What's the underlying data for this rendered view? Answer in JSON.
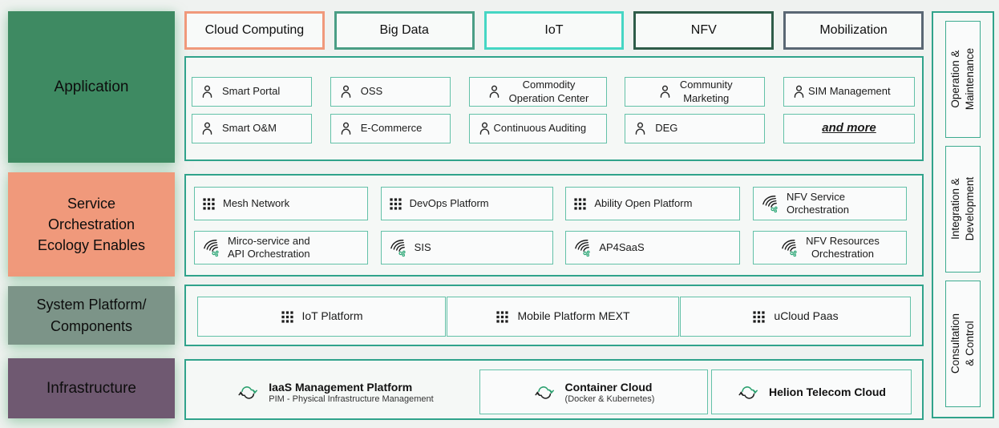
{
  "colors": {
    "panel_border_teal": "#30a38b",
    "item_border_teal": "#63c1a8",
    "application_green": "#3e8a62",
    "service_salmon": "#f0997b",
    "system_gray_green": "#7c9488",
    "infrastructure_purple": "#6f5971",
    "iot_bright_teal": "#45d6c4",
    "nfv_dark_green": "#2e5c49",
    "mobilization_slate": "#5a6774",
    "icon_dot_green": "#2fa878"
  },
  "left_sections": [
    {
      "label": "Application",
      "color": "#3e8a62"
    },
    {
      "label": "Service\nOrchestration\nEcology Enables",
      "color": "#f0997b"
    },
    {
      "label": "System Platform/\nComponents",
      "color": "#7c9488"
    },
    {
      "label": "Infrastructure",
      "color": "#6f5971"
    }
  ],
  "tabs": [
    {
      "label": "Cloud Computing",
      "border": "#f0997b"
    },
    {
      "label": "Big Data",
      "border": "#4a9e85"
    },
    {
      "label": "IoT",
      "border": "#45d6c4"
    },
    {
      "label": "NFV",
      "border": "#2e5c49"
    },
    {
      "label": "Mobilization",
      "border": "#5a6774"
    }
  ],
  "application": {
    "items": [
      "Smart Portal",
      "OSS",
      "Commodity\nOperation Center",
      "Community\nMarketing",
      "SIM Management",
      "Smart O&M",
      "E-Commerce",
      "Continuous Auditing",
      "DEG"
    ],
    "more_label": "and more"
  },
  "service_orchestration": {
    "items": [
      "Mesh Network",
      "DevOps Platform",
      "Ability Open Platform",
      "NFV Service\nOrchestration",
      "Mirco-service and\nAPI Orchestration",
      "SIS",
      "AP4SaaS",
      "NFV Resources\nOrchestration"
    ]
  },
  "system_platform": {
    "items": [
      "IoT Platform",
      "Mobile Platform MEXT",
      "uCloud Paas"
    ]
  },
  "infrastructure": {
    "items": [
      {
        "title": "IaaS Management Platform",
        "subtitle": "PIM - Physical Infrastructure Management"
      },
      {
        "title": "Container Cloud",
        "subtitle": "(Docker & Kubernetes)"
      },
      {
        "title": "Helion Telecom Cloud",
        "subtitle": ""
      }
    ]
  },
  "right_rail": {
    "items": [
      "Operation &\nMaintenance",
      "Integration &\nDevelopment",
      "Consultation & Control"
    ]
  }
}
